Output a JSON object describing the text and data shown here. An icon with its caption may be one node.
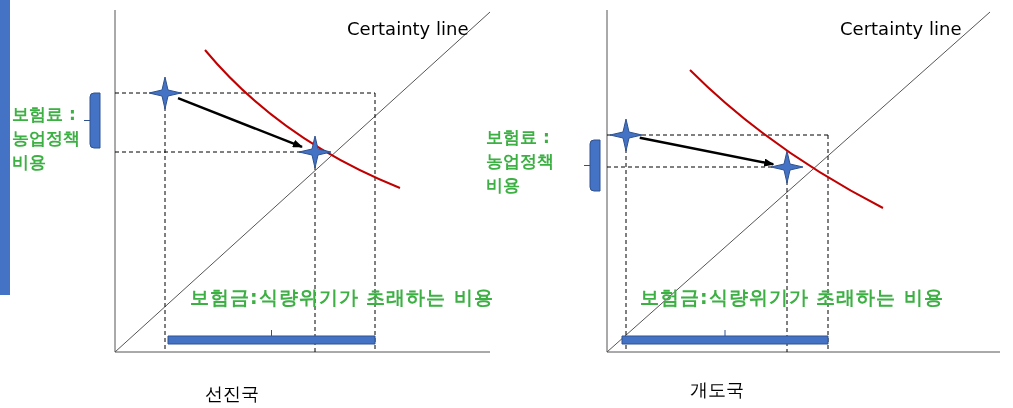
{
  "diagram": {
    "nodes": [
      {
        "text": [],
        "shape": "star"
      },
      {
        "text": [],
        "shape": "star"
      },
      {
        "text": [],
        "shape": "star"
      },
      {
        "text": [],
        "shape": "star"
      }
    ],
    "edges": [
      {
        "from": 0,
        "to": 1,
        "arrow": "to"
      },
      {
        "from": 2,
        "to": 3,
        "arrow": "to"
      }
    ],
    "labels": [
      "Certainty line",
      "보험료 :농업정책 비용",
      "보험금:식량위기가 초래하는 비용",
      "선진국",
      "Certainty line",
      "보험료 :농업정책 비용",
      "보험금:식량위기가 초래하는 비용",
      "개도국"
    ]
  }
}
